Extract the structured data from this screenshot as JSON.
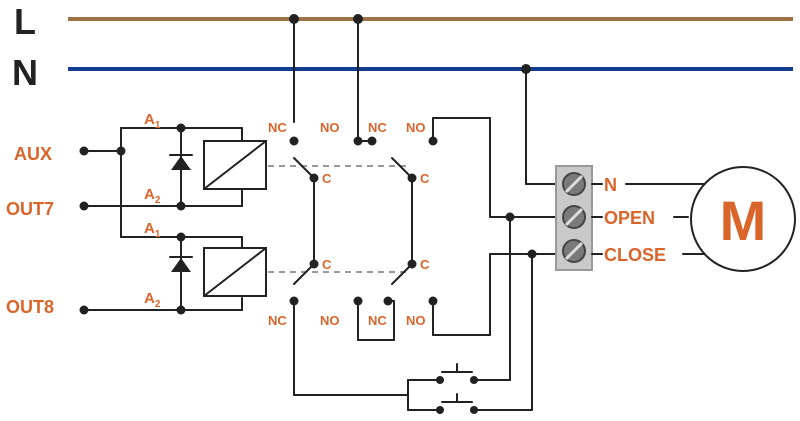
{
  "lines": {
    "L": {
      "label": "L",
      "color": "#9c7243"
    },
    "N": {
      "label": "N",
      "color": "#133d8f"
    }
  },
  "inputs": {
    "aux": "AUX",
    "out7": "OUT7",
    "out8": "OUT8"
  },
  "coil_pins": {
    "a_main": "A",
    "a1_sub": "1",
    "a2_sub": "2"
  },
  "contacts": {
    "nc": "NC",
    "no": "NO",
    "c": "C"
  },
  "terminals": {
    "n": "N",
    "open": "OPEN",
    "close": "CLOSE"
  },
  "motor": {
    "label": "M"
  },
  "colors": {
    "accent": "#d9652b",
    "wire": "#222222",
    "terminal_block": "#c9c9c9"
  }
}
